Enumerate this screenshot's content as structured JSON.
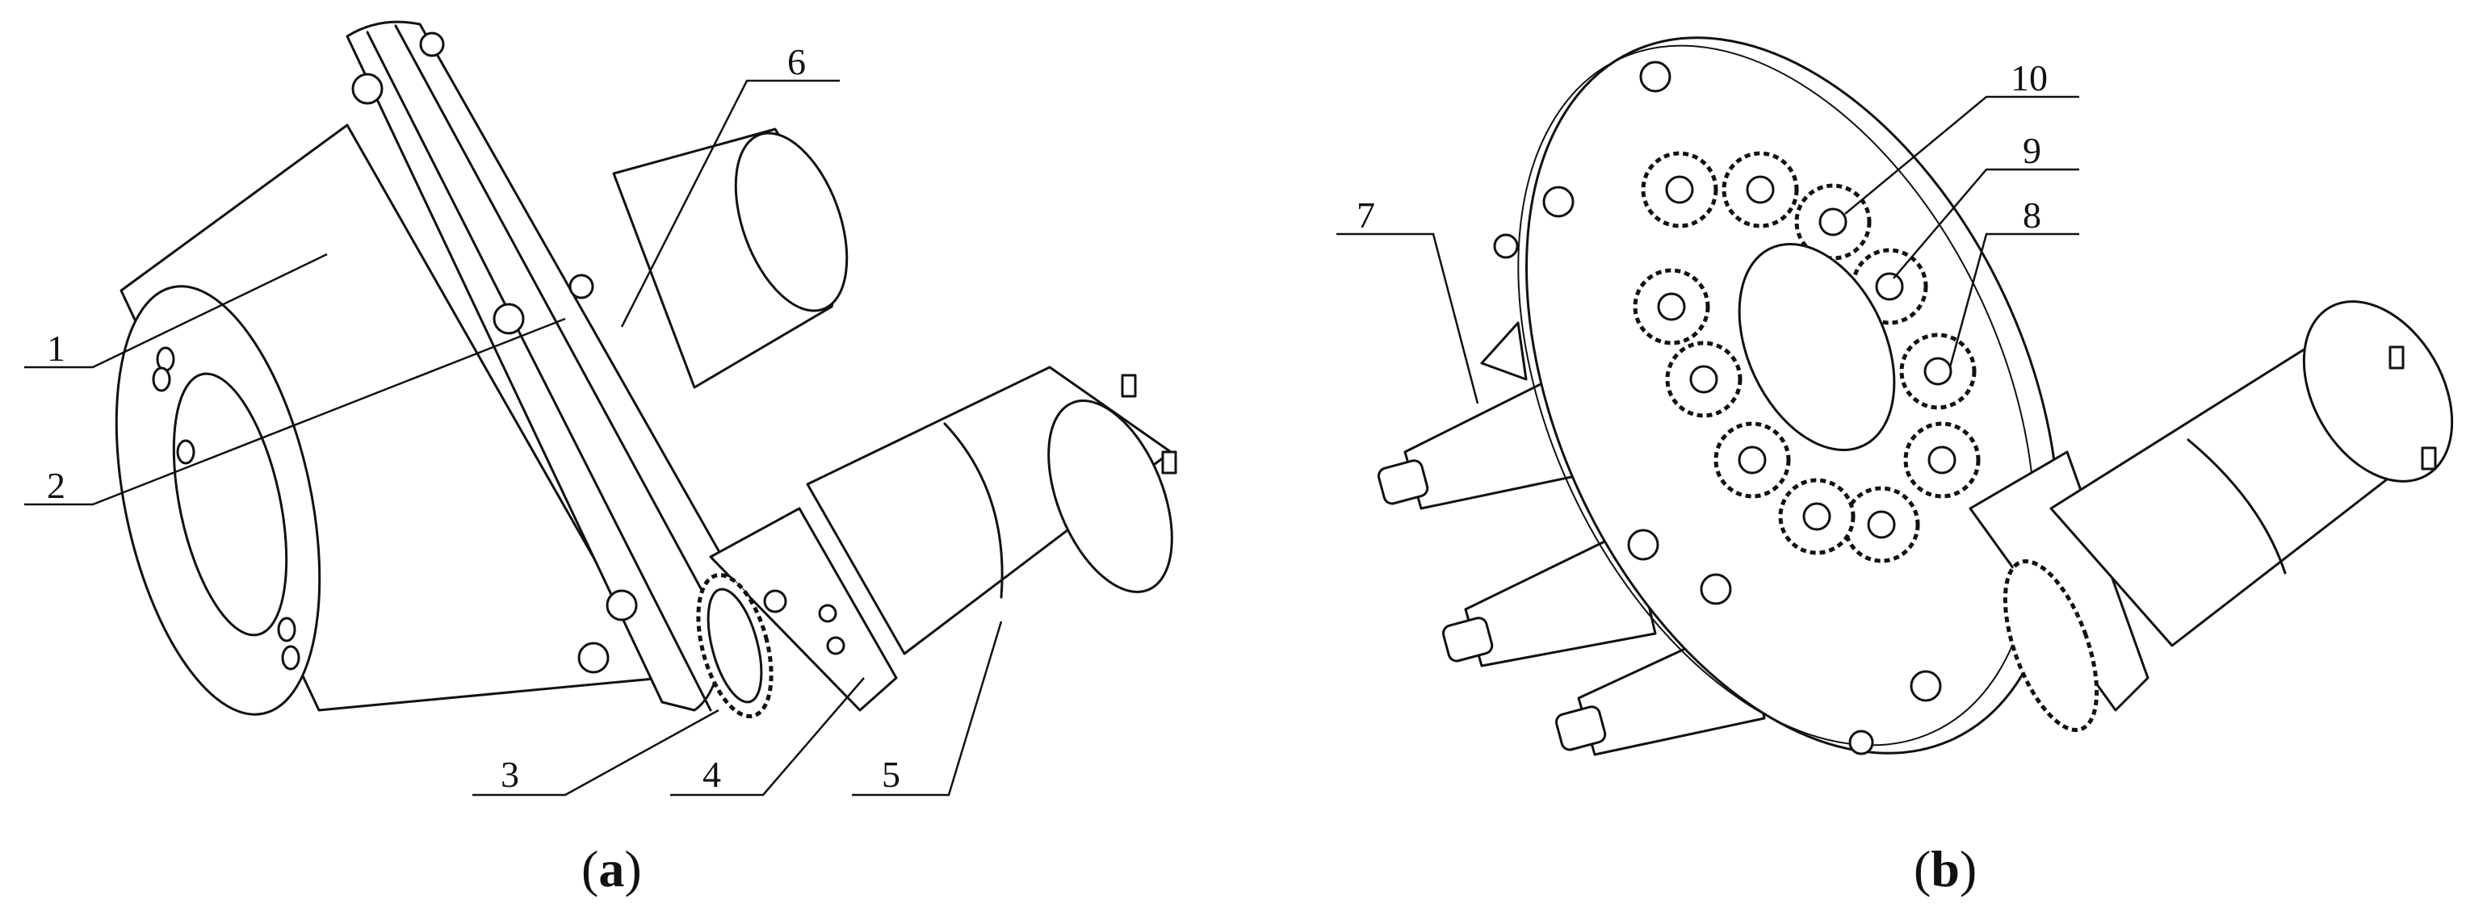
{
  "panels": [
    {
      "id": "a",
      "caption_open": "(",
      "caption_letter": "a",
      "caption_close": ")",
      "part_labels": [
        "1",
        "2",
        "3",
        "4",
        "5",
        "6"
      ]
    },
    {
      "id": "b",
      "caption_open": "(",
      "caption_letter": "b",
      "caption_close": ")",
      "part_labels": [
        "7",
        "8",
        "9",
        "10"
      ]
    }
  ]
}
